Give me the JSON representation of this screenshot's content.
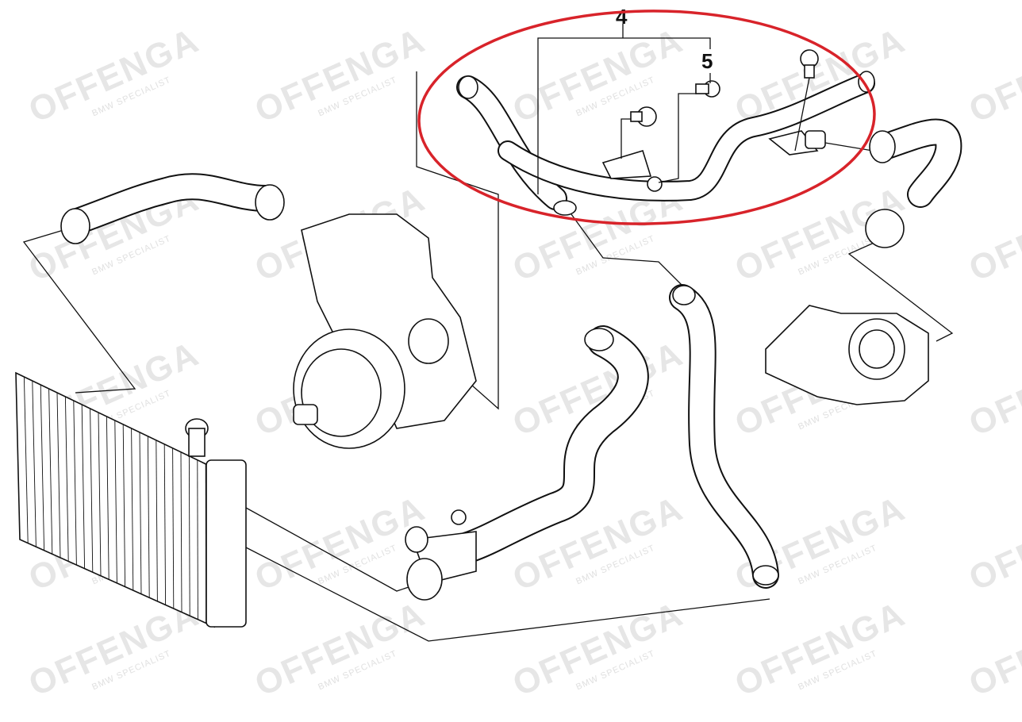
{
  "diagram": {
    "watermark": {
      "brand": "OFFENGA",
      "tagline": "BMW SPECIALIST"
    },
    "callouts": [
      {
        "id": "4",
        "label": "4"
      },
      {
        "id": "5",
        "label": "5"
      }
    ],
    "highlight": {
      "shape": "ellipse",
      "color": "#d8232a",
      "encloses": "4"
    },
    "line_color": "#111111"
  }
}
